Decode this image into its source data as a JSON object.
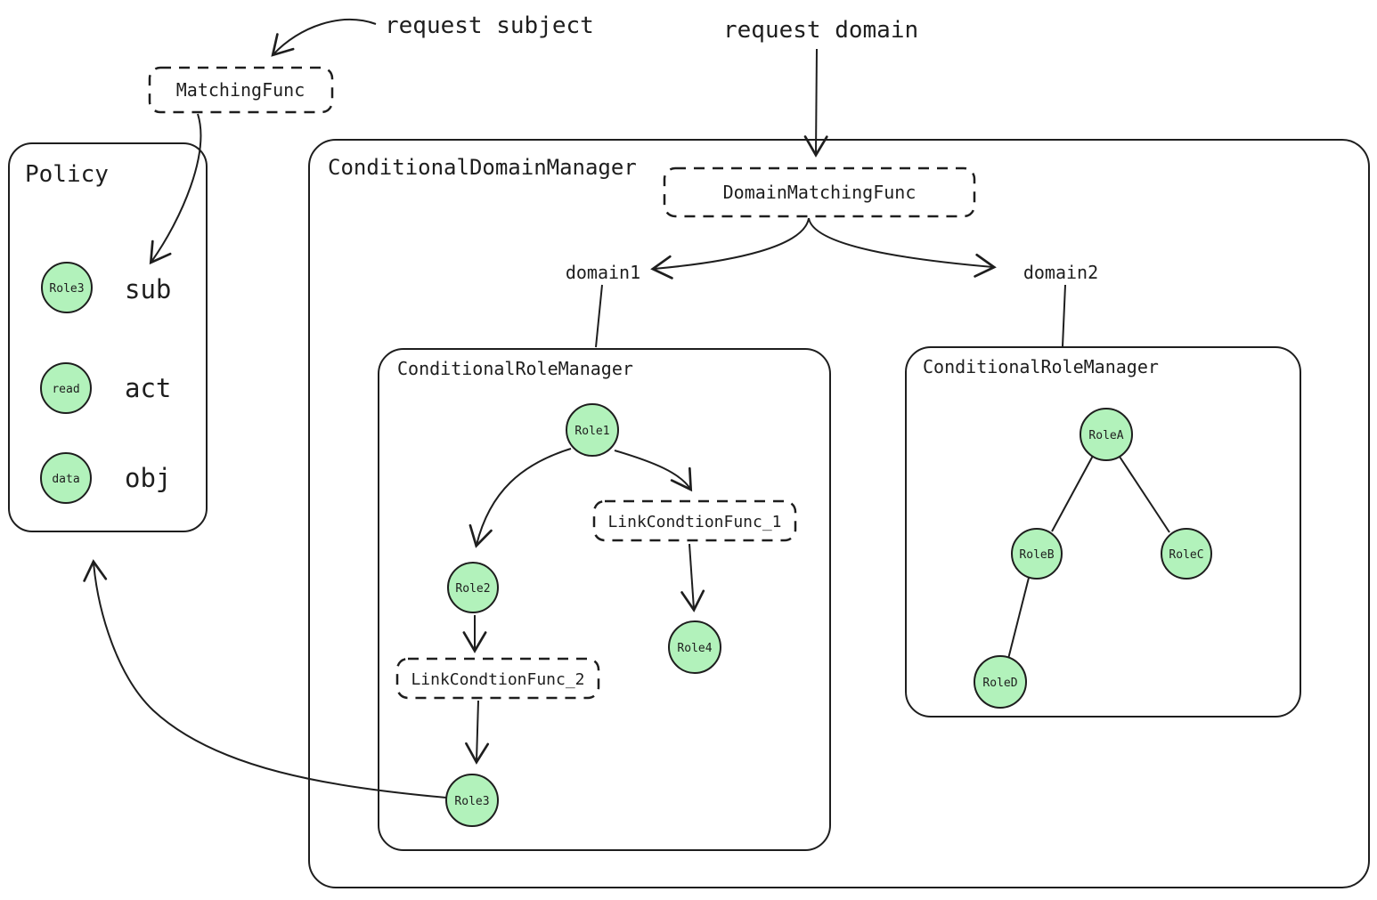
{
  "colors": {
    "stroke": "#1e1e1e",
    "green": "#2f9e44",
    "blue": "#1971c2",
    "orange": "#f08c00",
    "node_fill": "#b2f2bb"
  },
  "annotations": {
    "request_subject": "request subject",
    "request_domain": "request domain"
  },
  "funcs": {
    "matching": "MatchingFunc",
    "domain_matching": "DomainMatchingFunc",
    "link_condition_1": "LinkCondtionFunc_1",
    "link_condition_2": "LinkCondtionFunc_2"
  },
  "policy": {
    "title": "Policy",
    "rows": [
      {
        "node": "Role3",
        "label": "sub"
      },
      {
        "node": "read",
        "label": "act"
      },
      {
        "node": "data",
        "label": "obj"
      }
    ]
  },
  "domain_manager": {
    "title": "ConditionalDomainManager",
    "domains": [
      {
        "label": "domain1"
      },
      {
        "label": "domain2"
      }
    ]
  },
  "role_manager_1": {
    "title": "ConditionalRoleManager",
    "nodes": {
      "role1": "Role1",
      "role2": "Role2",
      "role3": "Role3",
      "role4": "Role4"
    }
  },
  "role_manager_2": {
    "title": "ConditionalRoleManager",
    "nodes": {
      "roleA": "RoleA",
      "roleB": "RoleB",
      "roleC": "RoleC",
      "roleD": "RoleD"
    }
  }
}
